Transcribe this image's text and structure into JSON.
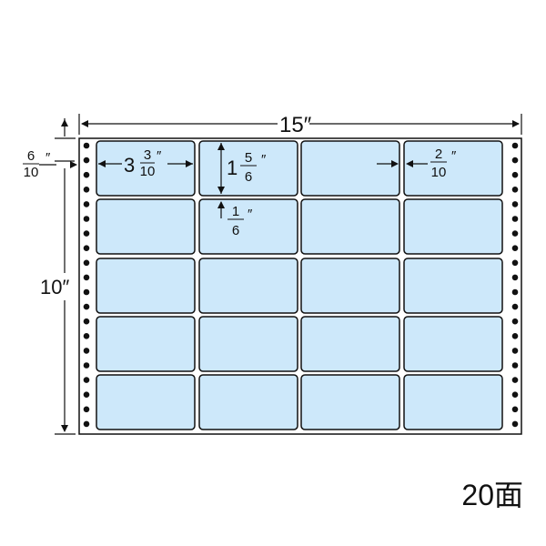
{
  "sheet": {
    "width_label": {
      "whole": "15",
      "unit": "″"
    },
    "height_label": {
      "whole": "10",
      "unit": "″"
    },
    "top_margin_label": {
      "num": "6",
      "den": "10",
      "unit": "″"
    },
    "label_width": {
      "whole": "3",
      "num": "3",
      "den": "10",
      "unit": "″"
    },
    "label_height": {
      "whole": "1",
      "num": "5",
      "den": "6",
      "unit": "″"
    },
    "row_gap": {
      "num": "1",
      "den": "6",
      "unit": "″"
    },
    "col_gap": {
      "num": "2",
      "den": "10",
      "unit": "″"
    },
    "rows": 5,
    "cols": 4,
    "label_color": "#cde8fa",
    "count_label": "20面"
  }
}
